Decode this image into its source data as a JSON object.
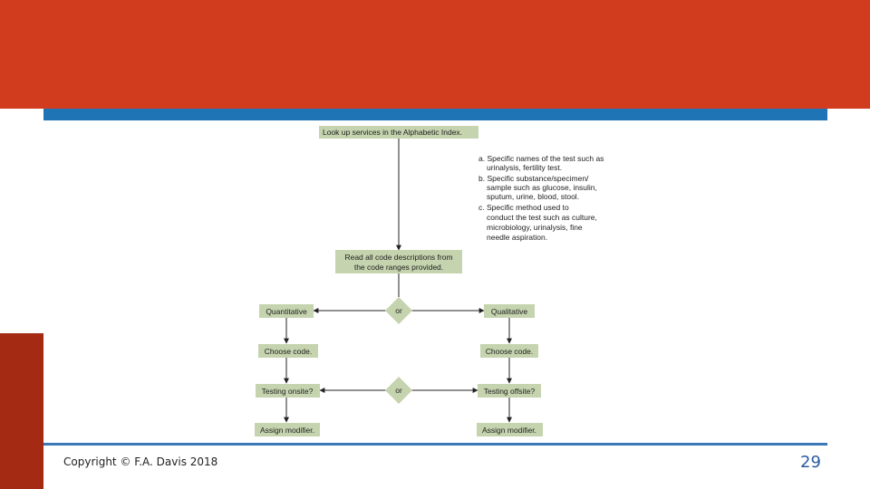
{
  "diagram": {
    "start_box": "Look up services in the Alphabetic Index.",
    "notes": [
      "a. Specific names of the test such as",
      "urinalysis, fertility test.",
      "b. Specific substance/specimen/",
      "sample such as glucose, insulin,",
      "sputum, urine, blood, stool.",
      "c. Specific method used to",
      "conduct the test such as culture,",
      "microbiology, urinalysis, fine",
      "needle aspiration."
    ],
    "read_box": [
      "Read all code descriptions from",
      "the code ranges provided."
    ],
    "decision_1": "or",
    "decision_2": "or",
    "left_type": "Quantitative",
    "right_type": "Qualitative",
    "left_choose": "Choose code.",
    "right_choose": "Choose code.",
    "left_testing": "Testing onsite?",
    "right_testing": "Testing offsite?",
    "left_modifier": "Assign modifier.",
    "right_modifier": "Assign modifier.",
    "box_color": "#c5d3ae",
    "line_color": "#222222"
  },
  "footer": {
    "copyright": "Copyright © F.A. Davis 2018",
    "page_number": "29"
  },
  "colors": {
    "header": "#d13c1f",
    "rule": "#1f74b5",
    "accent": "#a52a14"
  }
}
